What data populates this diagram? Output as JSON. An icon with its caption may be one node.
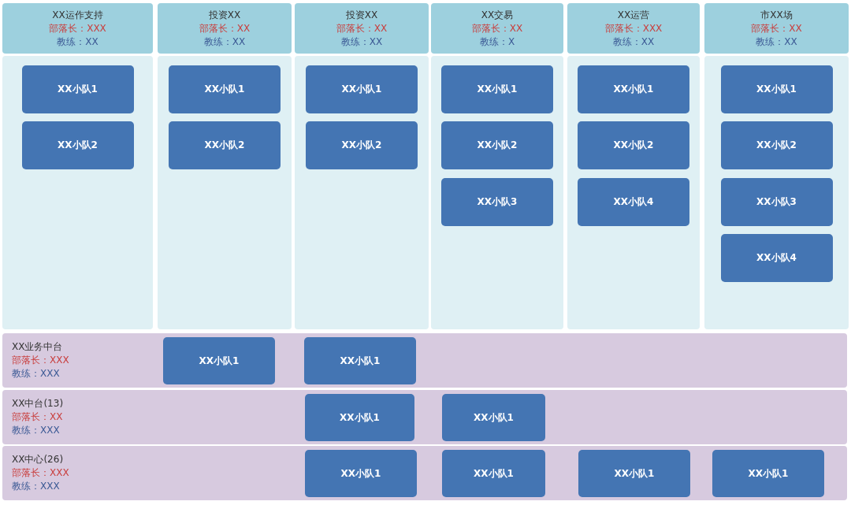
{
  "diagram": {
    "nodes": [
      {
        "text": [
          "XX运作支持",
          "部落长：XXX",
          "教练：XX"
        ]
      },
      {
        "text": [
          "投资XX",
          "部落长：XX",
          "教练：XX"
        ]
      },
      {
        "text": [
          "投资XX",
          "部落长：XX",
          "教练：XX"
        ]
      },
      {
        "text": [
          "XX交易",
          "部落长：XX",
          "教练：X"
        ]
      },
      {
        "text": [
          "XX运营",
          "部落长：XXX",
          "教练：XX"
        ]
      },
      {
        "text": [
          "市XX场",
          "部落长：XX",
          "教练：XX"
        ]
      },
      {
        "text": [],
        "shape": "box"
      },
      {
        "text": [
          "XX小队1"
        ],
        "in": 6
      },
      {
        "text": [
          "XX小队2"
        ],
        "in": 6
      },
      {
        "text": [],
        "shape": "box"
      },
      {
        "text": [
          "XX小队1"
        ],
        "in": 9
      },
      {
        "text": [
          "XX小队2"
        ],
        "in": 9
      },
      {
        "text": [],
        "shape": "box"
      },
      {
        "text": [
          "XX小队1"
        ],
        "in": 12
      },
      {
        "text": [
          "XX小队2"
        ],
        "in": 12
      },
      {
        "text": [],
        "shape": "box"
      },
      {
        "text": [
          "XX小队1"
        ],
        "in": 15
      },
      {
        "text": [
          "XX小队2"
        ],
        "in": 15
      },
      {
        "text": [
          "XX小队3"
        ],
        "in": 15
      },
      {
        "text": [],
        "shape": "box"
      },
      {
        "text": [
          "XX小队1"
        ],
        "in": 19
      },
      {
        "text": [
          "XX小队2"
        ],
        "in": 19
      },
      {
        "text": [
          "XX小队4"
        ],
        "in": 19
      },
      {
        "text": [],
        "shape": "box"
      },
      {
        "text": [
          "XX小队1"
        ],
        "in": 23
      },
      {
        "text": [
          "XX小队2"
        ],
        "in": 23
      },
      {
        "text": [
          "XX小队3"
        ],
        "in": 23
      },
      {
        "text": [
          "XX小队4"
        ],
        "in": 23
      },
      {
        "text": [
          "XX业务中台",
          "部落长：XXX",
          "教练：XXX"
        ]
      },
      {
        "text": [
          "XX小队1"
        ],
        "in": 28
      },
      {
        "text": [
          "XX小队1"
        ],
        "in": 28
      },
      {
        "text": [
          "XX中台(13)",
          "部落长：XX",
          "教练：XXX"
        ]
      },
      {
        "text": [
          "XX小队1"
        ],
        "in": 31
      },
      {
        "text": [
          "XX小队1"
        ],
        "in": 31
      },
      {
        "text": [
          "XX中心(26)",
          "部落长：XXX",
          "教练：XXX"
        ]
      },
      {
        "text": [
          "XX小队1"
        ],
        "in": 34
      },
      {
        "text": [
          "XX小队1"
        ],
        "in": 34
      },
      {
        "text": [
          "XX小队1"
        ],
        "in": 34
      },
      {
        "text": [
          "XX小队1"
        ],
        "in": 34
      }
    ]
  }
}
